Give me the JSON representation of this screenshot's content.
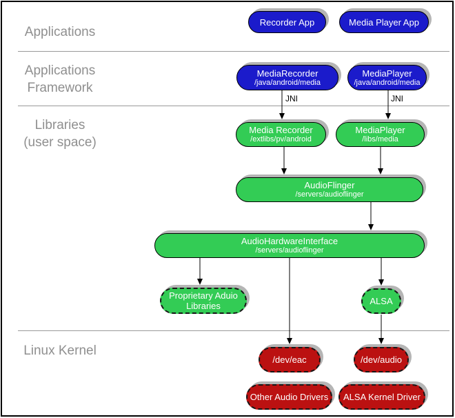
{
  "layers": {
    "applications": "Applications",
    "applications_framework": "Applications\nFramework",
    "libraries": "Libraries\n(user space)",
    "linux_kernel": "Linux Kernel"
  },
  "nodes": {
    "recorder_app": {
      "title": "Recorder App"
    },
    "media_player_app": {
      "title": "Media Player App"
    },
    "media_recorder_fw": {
      "title": "MediaRecorder",
      "subtitle": "/java/android/media"
    },
    "media_player_fw": {
      "title": "MediaPlayer",
      "subtitle": "/java/android/media"
    },
    "media_recorder_lib": {
      "title": "Media Recorder",
      "subtitle": "/extlibs/pv/android"
    },
    "media_player_lib": {
      "title": "MediaPlayer",
      "subtitle": "/libs/media"
    },
    "audio_flinger": {
      "title": "AudioFlinger",
      "subtitle": "/servers/audioflinger"
    },
    "audio_hw_interface": {
      "title": "AudioHardwareInterface",
      "subtitle": "/servers/audioflinger"
    },
    "proprietary_audio": {
      "title": "Proprietary Aduio\nLibraries"
    },
    "alsa": {
      "title": "ALSA"
    },
    "dev_eac": {
      "title": "/dev/eac"
    },
    "dev_audio": {
      "title": "/dev/audio"
    },
    "other_audio_drivers": {
      "title": "Other Audio Drivers"
    },
    "alsa_kernel_driver": {
      "title": "ALSA Kernel Driver"
    }
  },
  "annotations": {
    "jni_left": "JNI",
    "jni_right": "JNI"
  },
  "colors": {
    "blue": "#1b1bcb",
    "green": "#33cc55",
    "red": "#bb1111",
    "shadow_gray": "#b5b5b5",
    "label_gray": "#8f8f8f",
    "divider_gray": "#999999"
  }
}
